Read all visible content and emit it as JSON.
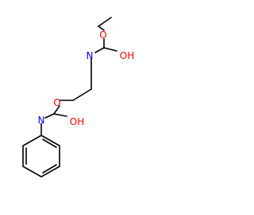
{
  "atoms": {
    "n_top": {
      "label": "N",
      "color": "#0000ff"
    },
    "o_top_upper": {
      "label": "O",
      "color": "#ff0000"
    },
    "oh_top": {
      "label": "OH",
      "color": "#ff0000"
    },
    "o_mid": {
      "label": "O",
      "color": "#ff0000"
    },
    "oh_mid": {
      "label": "OH",
      "color": "#ff0000"
    },
    "n_bottom": {
      "label": "N",
      "color": "#0000ff"
    }
  }
}
